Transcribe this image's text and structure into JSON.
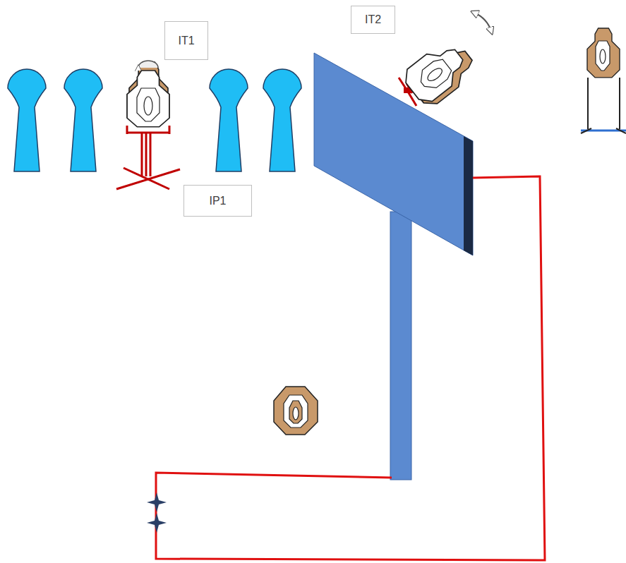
{
  "diagram": {
    "nodes": [
      {
        "text": [
          "IT1"
        ]
      },
      {
        "text": [
          "IT2"
        ]
      },
      {
        "text": [
          "IP1"
        ]
      }
    ]
  }
}
